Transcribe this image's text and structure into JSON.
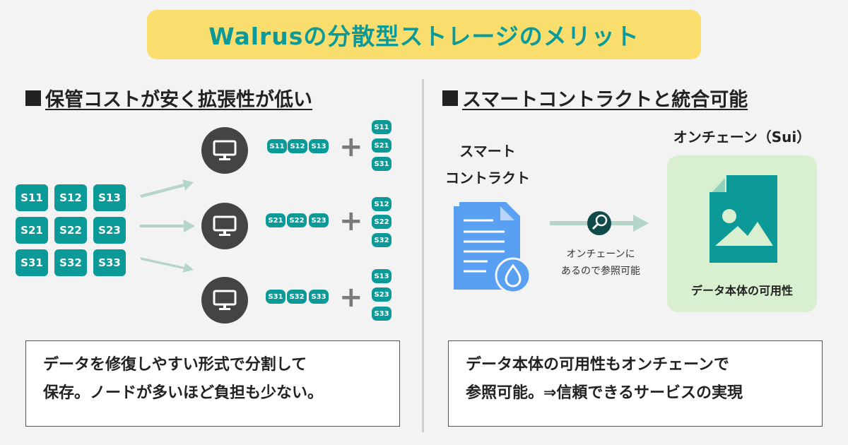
{
  "title": "Walrusの分散型ストレージのメリット",
  "left": {
    "heading": "保管コストが安く拡張性が低い",
    "grid": [
      "S11",
      "S12",
      "S13",
      "S21",
      "S22",
      "S23",
      "S31",
      "S32",
      "S33"
    ],
    "nodes": [
      {
        "chips": [
          "S11",
          "S12",
          "S13"
        ],
        "stack": [
          "S11",
          "S21",
          "S31"
        ]
      },
      {
        "chips": [
          "S21",
          "S22",
          "S23"
        ],
        "stack": [
          "S12",
          "S22",
          "S32"
        ]
      },
      {
        "chips": [
          "S31",
          "S32",
          "S33"
        ],
        "stack": [
          "S13",
          "S23",
          "S33"
        ]
      }
    ],
    "note_lines": [
      "データを修復しやすい形式で分割して",
      "保存。ノードが多いほど負担も少ない。"
    ]
  },
  "right": {
    "heading": "スマートコントラクトと統合可能",
    "contract_label": [
      "スマート",
      "コントラクト"
    ],
    "onchain_label": "オンチェーン（Sui）",
    "arrow_caption": [
      "オンチェーンに",
      "あるので参照可能"
    ],
    "availability_label": "データ本体の可用性",
    "note_lines": [
      "データ本体の可用性もオンチェーンで",
      "参照可能。⇒信頼できるサービスの実現"
    ]
  },
  "colors": {
    "teal": "#0c9a98",
    "yellow": "#f9de6e",
    "arrow": "#b5d5c8",
    "doc_blue": "#5aa0f2",
    "green_box": "#d8f0cf"
  }
}
